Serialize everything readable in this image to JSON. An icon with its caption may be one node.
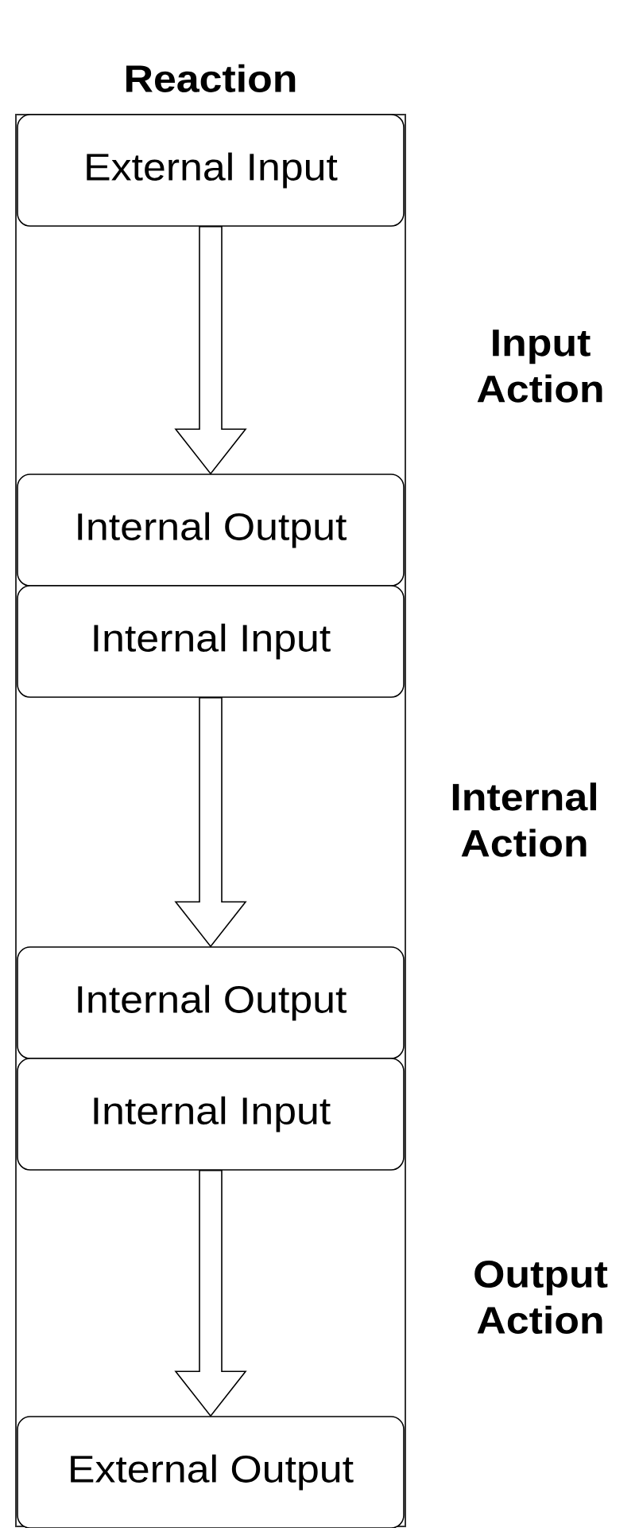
{
  "diagram": {
    "nodes": [
      {
        "text": [
          "Reaction"
        ]
      },
      {
        "text": [
          "External Input"
        ],
        "in": 0
      },
      {
        "text": [
          "Internal Output"
        ],
        "in": 0
      },
      {
        "text": [
          "Internal Input"
        ],
        "in": 0
      },
      {
        "text": [
          "Internal Output"
        ],
        "in": 0
      },
      {
        "text": [
          "Internal Input"
        ],
        "in": 0
      },
      {
        "text": [
          "External Output"
        ],
        "in": 0
      }
    ],
    "edges": [
      {
        "from": 1,
        "to": 2,
        "arrow": "to"
      },
      {
        "from": 3,
        "to": 4,
        "arrow": "to"
      },
      {
        "from": 5,
        "to": 6,
        "arrow": "to"
      }
    ],
    "labels": [
      "Input Action",
      "Internal Action",
      "Output Action"
    ]
  }
}
